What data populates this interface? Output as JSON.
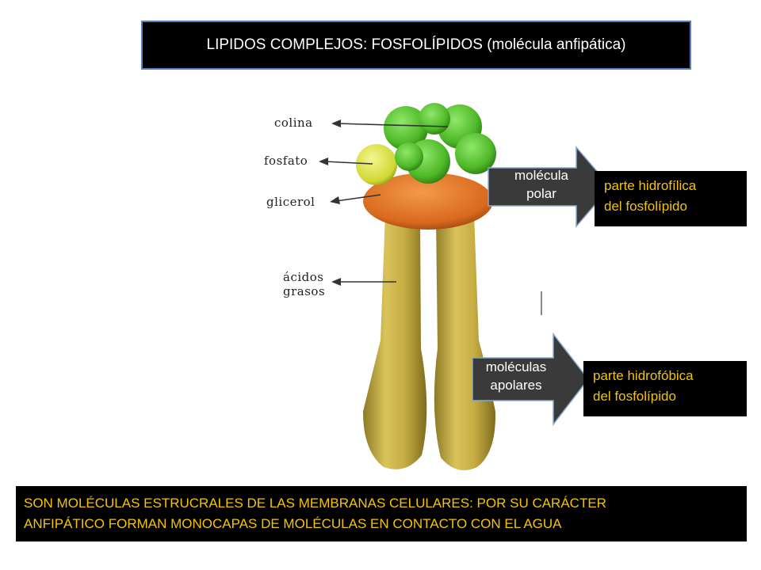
{
  "title": "LIPIDOS COMPLEJOS: FOSFOLÍPIDOS (molécula anfipática)",
  "labels": {
    "colina": "colina",
    "fosfato": "fosfato",
    "glicerol": "glicerol",
    "acidos_line1": "ácidos",
    "acidos_line2": "grasos"
  },
  "polar_arrow": {
    "line1": "molécula",
    "line2": "polar"
  },
  "polar_box": {
    "line1": "parte hidrofílica",
    "line2": "del fosfolípido"
  },
  "apolar_arrow": {
    "line1": "moléculas",
    "line2": "apolares"
  },
  "apolar_box": {
    "line1": "parte hidrofóbica",
    "line2": "del fosfolípido"
  },
  "bottom": {
    "line1": "SON MOLÉCULAS ESTRUCRALES DE LAS MEMBRANAS CELULARES: POR SU CARÁCTER",
    "line2": "ANFIPÁTICO FORMAN MONOCAPAS DE MOLÉCULAS EN CONTACTO CON EL AGUA"
  },
  "colors": {
    "choline": "#5fc632",
    "phosphate": "#d8e040",
    "glycerol": "#e0782a",
    "fatty_acid": "#c8b24a",
    "arrow": "#3a3a3a",
    "highlight_text": "#f5c400"
  }
}
